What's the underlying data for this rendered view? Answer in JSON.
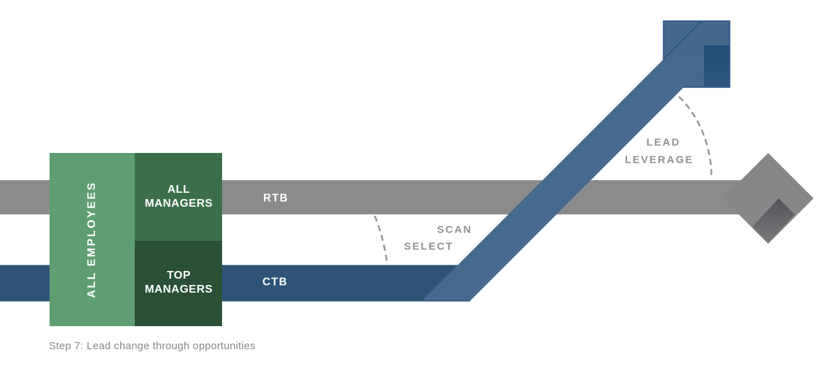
{
  "diagram": {
    "caption": "Step 7: Lead change through opportunities",
    "employee_box": {
      "all_employees": "ALL EMPLOYEES",
      "all_managers": "ALL MANAGERS",
      "top_managers": "TOP MANAGERS"
    },
    "bands": {
      "rtb": "RTB",
      "ctb": "CTB"
    },
    "annotations": {
      "scan": "SCAN",
      "select": "SELECT",
      "lead": "LEAD",
      "leverage": "LEVERAGE"
    },
    "colors": {
      "rtb_band_gray": "#8b8b8e",
      "rtb_head_gray": "#87878a",
      "ctb_band_blue": "#2e5377",
      "ctb_shaft_blue": "#47698d",
      "ctb_head_blue": "#45688d",
      "light_green": "#5f9e71",
      "medium_green": "#3c6f49",
      "dark_green": "#2b5036",
      "annotation_gray": "#919194",
      "caption_gray": "#87878a"
    }
  }
}
